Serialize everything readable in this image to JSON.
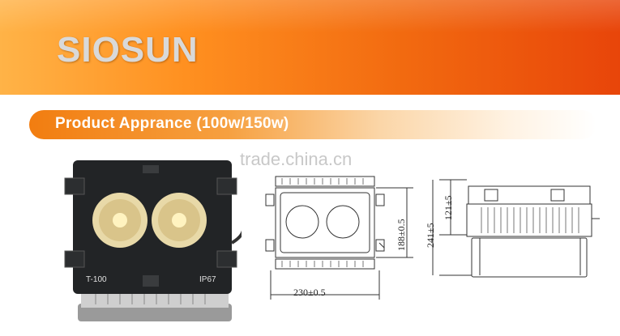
{
  "brand": {
    "logo_text": "SIOSUN",
    "header_color": "#f26a10"
  },
  "banner": {
    "title": "Product Apprance (100w/150w)"
  },
  "watermark": "trade.china.cn",
  "photo": {
    "model_label": "T-100",
    "ip_label": "IP67"
  },
  "drawings": {
    "front_width": "230±0.5",
    "front_height": "188±0.5",
    "side_total": "241±5",
    "side_partial": "121±5"
  }
}
